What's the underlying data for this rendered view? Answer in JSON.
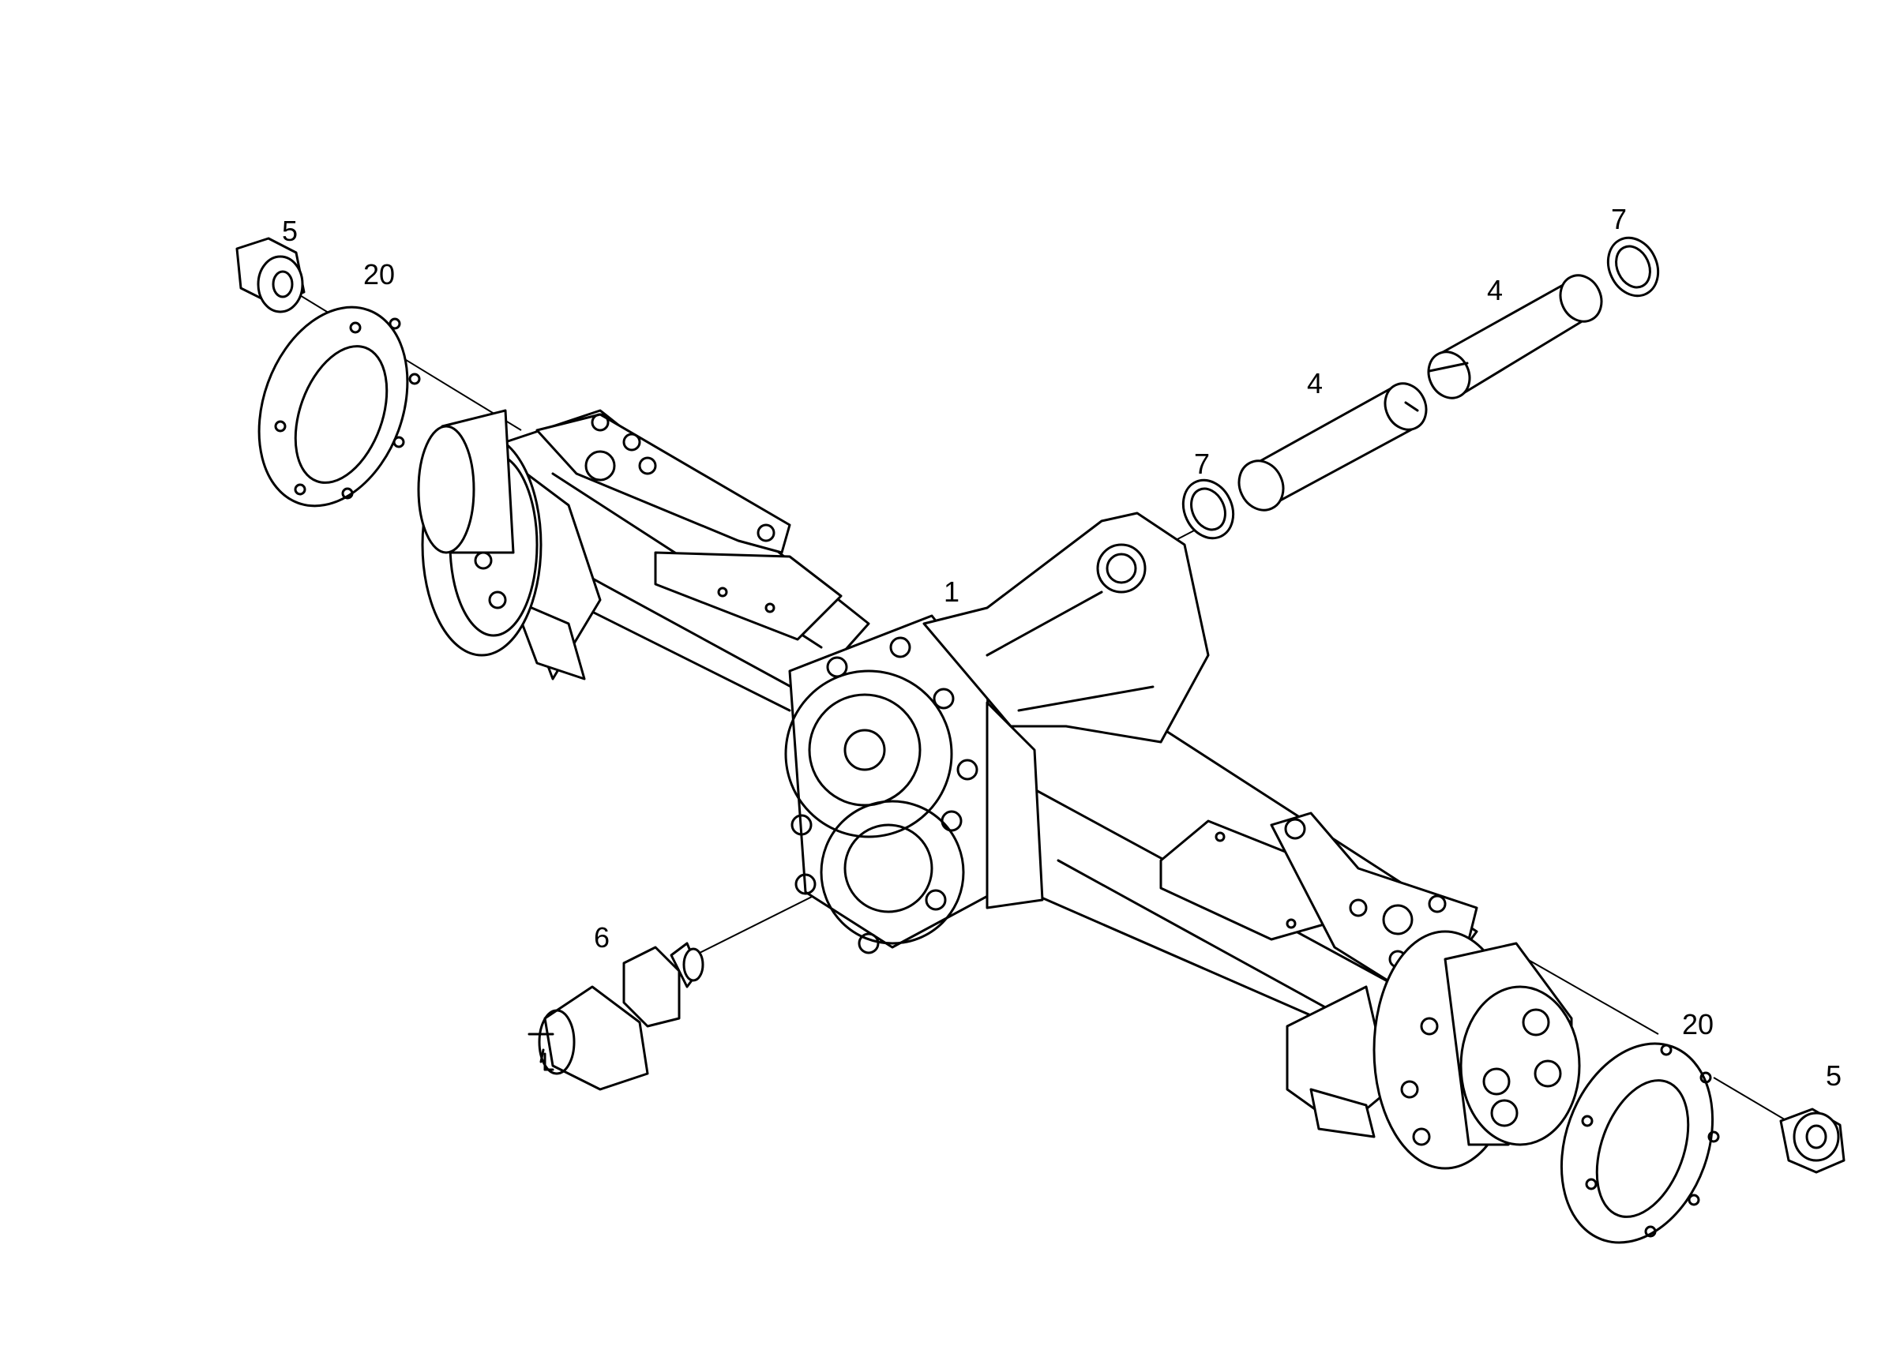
{
  "callouts": [
    {
      "id": "part-5-left",
      "text": "5"
    },
    {
      "id": "part-20-left",
      "text": "20"
    },
    {
      "id": "part-7-top",
      "text": "7"
    },
    {
      "id": "part-4-right",
      "text": "4"
    },
    {
      "id": "part-4-mid",
      "text": "4"
    },
    {
      "id": "part-7-mid",
      "text": "7"
    },
    {
      "id": "part-1",
      "text": "1"
    },
    {
      "id": "part-6",
      "text": "6"
    },
    {
      "id": "part-20-right",
      "text": "20"
    },
    {
      "id": "part-5-right",
      "text": "5"
    }
  ],
  "colors": {
    "line": "#000000",
    "background": "#ffffff"
  }
}
